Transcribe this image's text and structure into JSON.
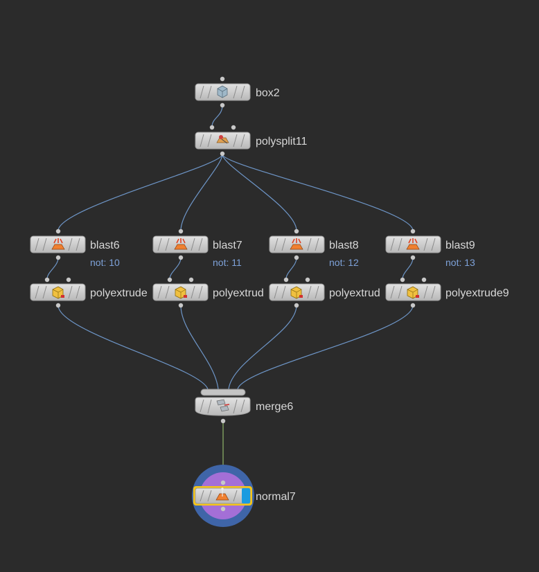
{
  "network": {
    "nodes": [
      {
        "id": "box2",
        "label": "box2",
        "sublabel": "",
        "icon": "box-icon"
      },
      {
        "id": "polysplit11",
        "label": "polysplit11",
        "sublabel": "",
        "icon": "polysplit-icon"
      },
      {
        "id": "blast6",
        "label": "blast6",
        "sublabel": "not: 10",
        "icon": "blast-icon"
      },
      {
        "id": "blast7",
        "label": "blast7",
        "sublabel": "not: 11",
        "icon": "blast-icon"
      },
      {
        "id": "blast8",
        "label": "blast8",
        "sublabel": "not: 12",
        "icon": "blast-icon"
      },
      {
        "id": "blast9",
        "label": "blast9",
        "sublabel": "not: 13",
        "icon": "blast-icon"
      },
      {
        "id": "polyextrude6",
        "label": "polyextrude",
        "sublabel": "",
        "icon": "polyextrude-icon"
      },
      {
        "id": "polyextrude7",
        "label": "polyextrud",
        "sublabel": "",
        "icon": "polyextrude-icon"
      },
      {
        "id": "polyextrude8",
        "label": "polyextrud",
        "sublabel": "",
        "icon": "polyextrude-icon"
      },
      {
        "id": "polyextrude9",
        "label": "polyextrude9",
        "sublabel": "",
        "icon": "polyextrude-icon"
      },
      {
        "id": "merge6",
        "label": "merge6",
        "sublabel": "",
        "icon": "merge-icon"
      },
      {
        "id": "normal7",
        "label": "normal7",
        "sublabel": "",
        "icon": "normal-icon",
        "selected": true,
        "display_flag": true
      }
    ],
    "colors": {
      "background": "#2b2b2b",
      "wire": "#6e96c8",
      "selected_outline": "#f5c518",
      "display_flag": "#1a9be0",
      "halo_outer": "#3f65a8",
      "halo_inner": "#a46fd6"
    }
  }
}
